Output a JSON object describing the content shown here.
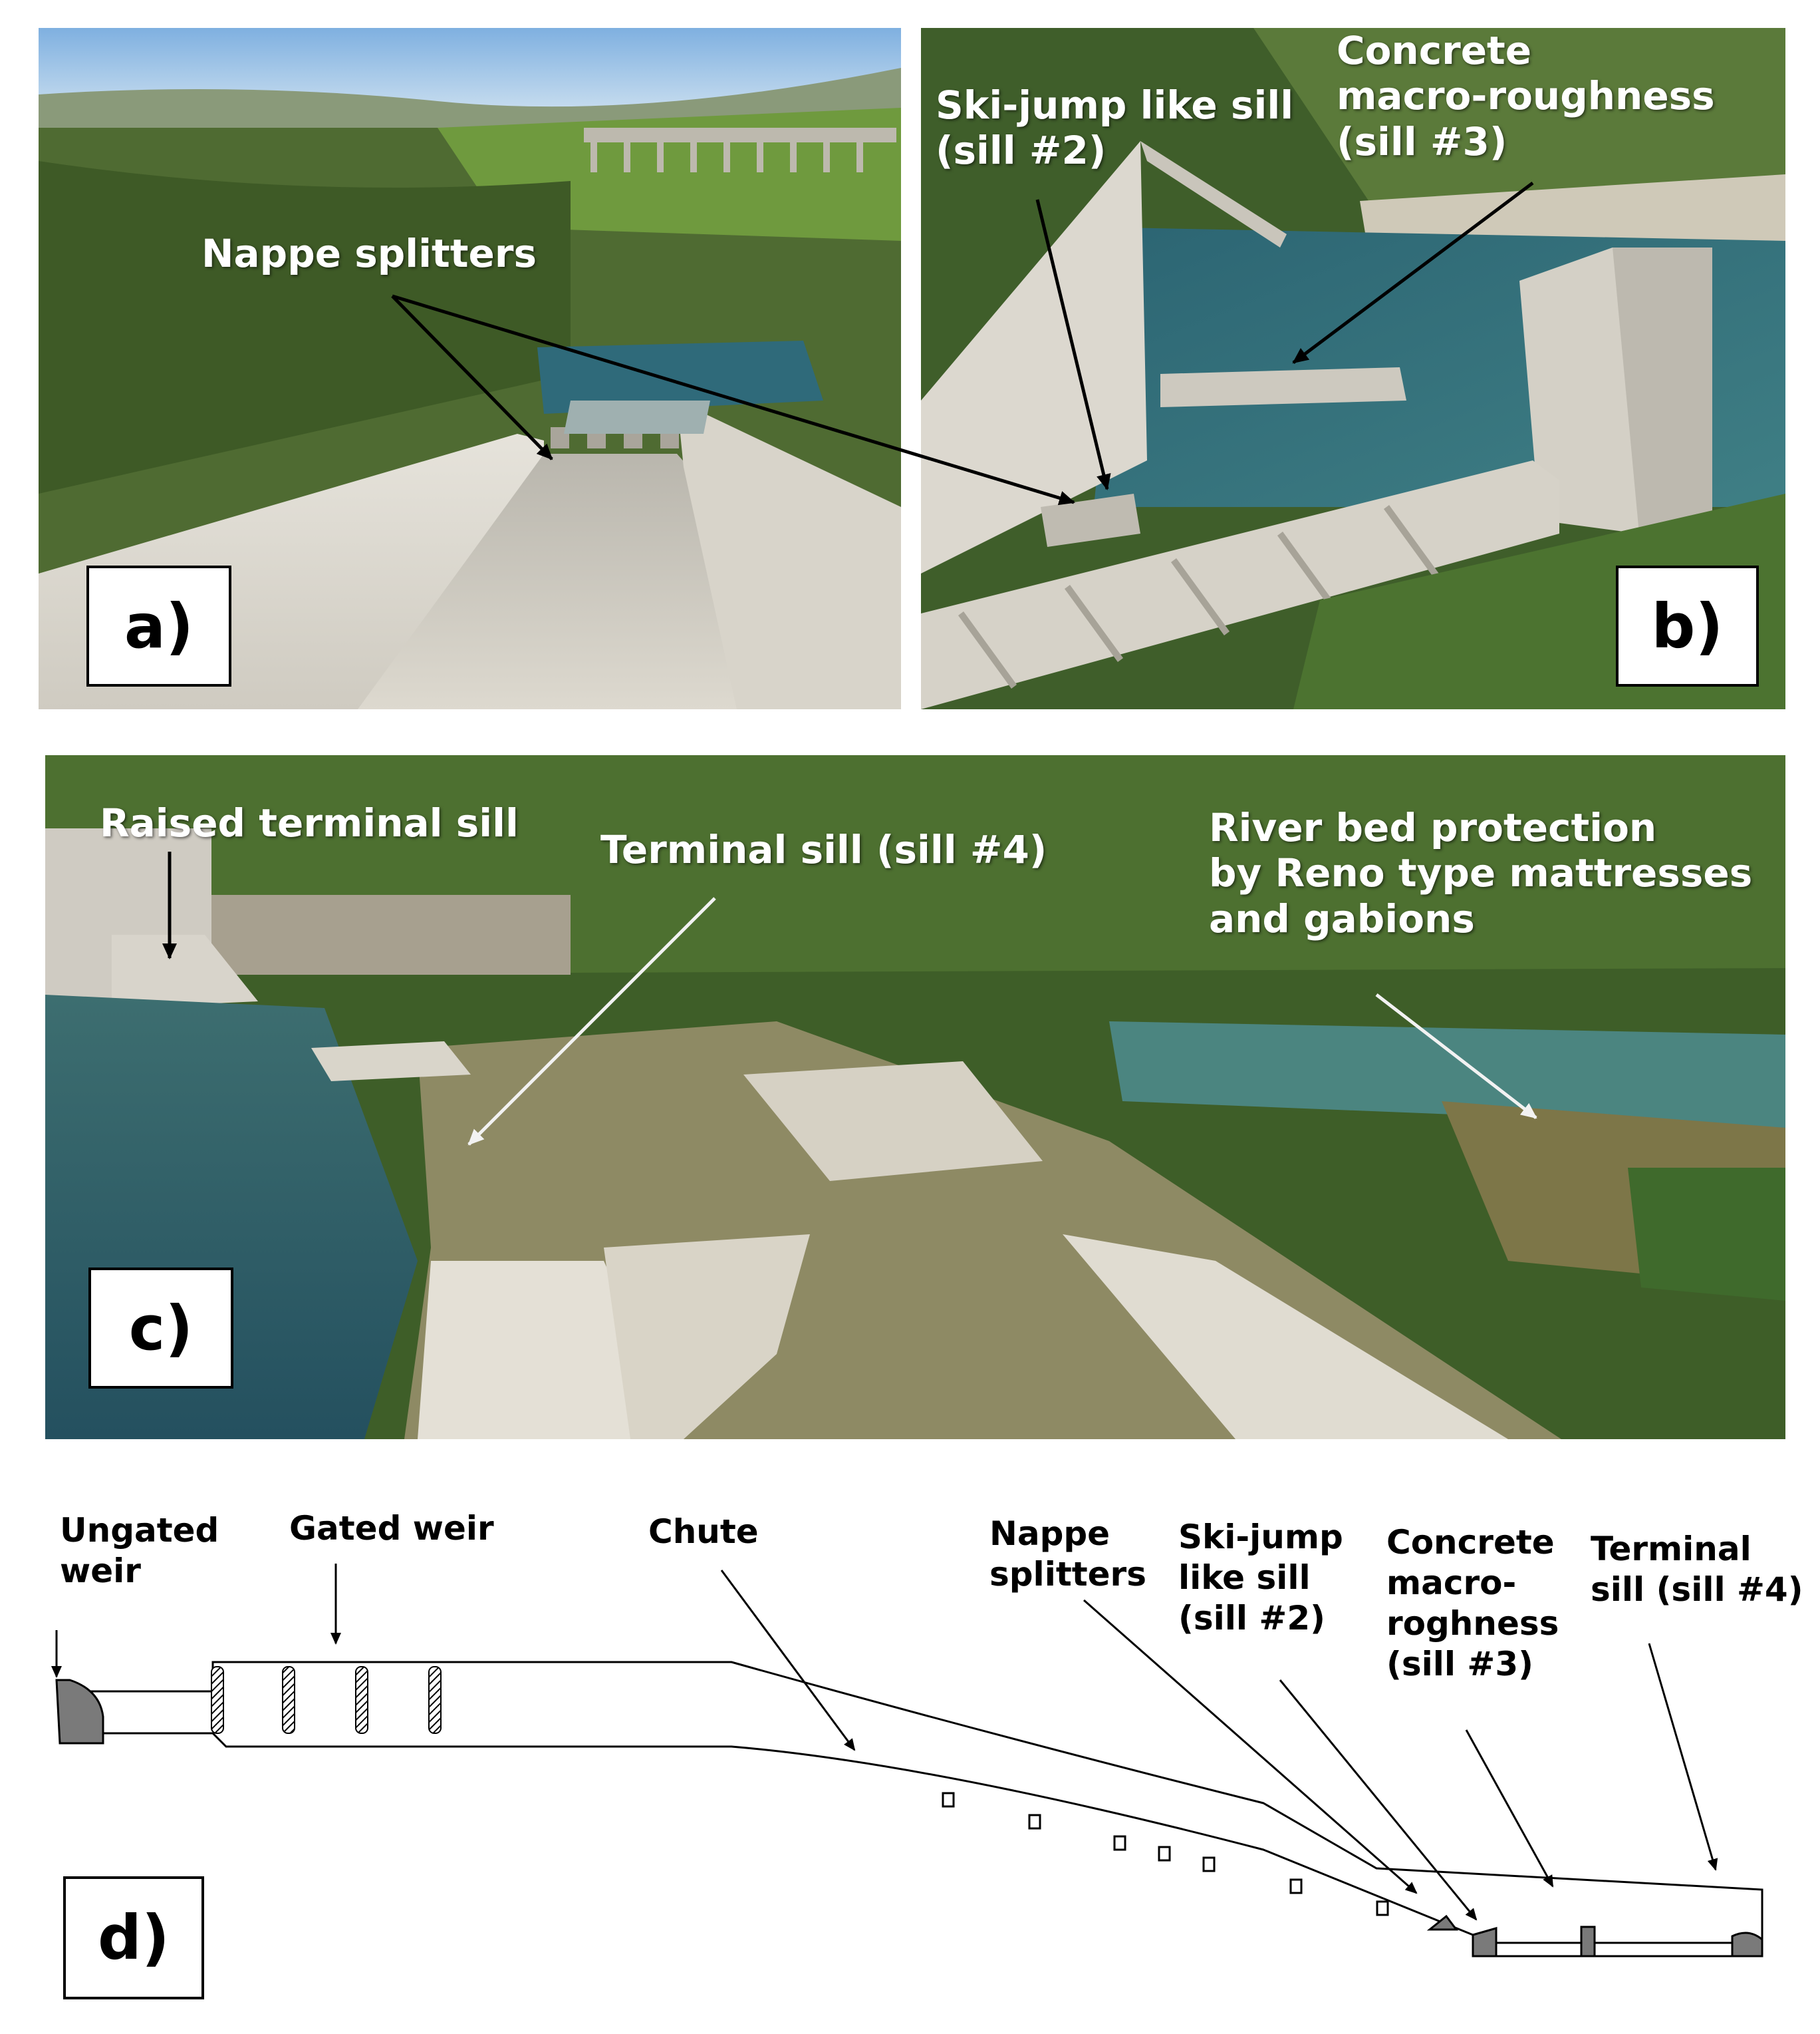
{
  "panel_a": {
    "letter": "a)",
    "labels": {
      "nappe": "Nappe splitters"
    }
  },
  "panel_b": {
    "letter": "b)",
    "labels": {
      "ski_l1": "Ski-jump like sill",
      "ski_l2": "(sill #2)",
      "concrete_l1": "Concrete",
      "concrete_l2": "macro-roughness",
      "concrete_l3": "(sill #3)"
    }
  },
  "panel_c": {
    "letter": "c)",
    "labels": {
      "raised": "Raised terminal sill",
      "terminal": "Terminal sill (sill #4)",
      "river_l1": "River bed protection",
      "river_l2": "by  Reno type mattresses",
      "river_l3": "and gabions"
    }
  },
  "panel_d": {
    "letter": "d)",
    "labels": {
      "ungated_l1": "Ungated",
      "ungated_l2": "weir",
      "gated": "Gated weir",
      "chute": "Chute",
      "nappe_l1": "Nappe",
      "nappe_l2": "splitters",
      "ski_l1": "Ski-jump",
      "ski_l2": "like sill",
      "ski_l3": "(sill #2)",
      "conc_l1": "Concrete",
      "conc_l2": "macro-",
      "conc_l3": "roghness",
      "conc_l4": "(sill #3)",
      "term_l1": "Terminal",
      "term_l2": "sill (sill #4)"
    }
  },
  "colors": {
    "concrete": "#c9c6bd",
    "vegetation": "#4a6b2c",
    "water": "#2f6a7a",
    "sky": "#a9c8e6",
    "sill_fill": "#7a7a7a"
  }
}
